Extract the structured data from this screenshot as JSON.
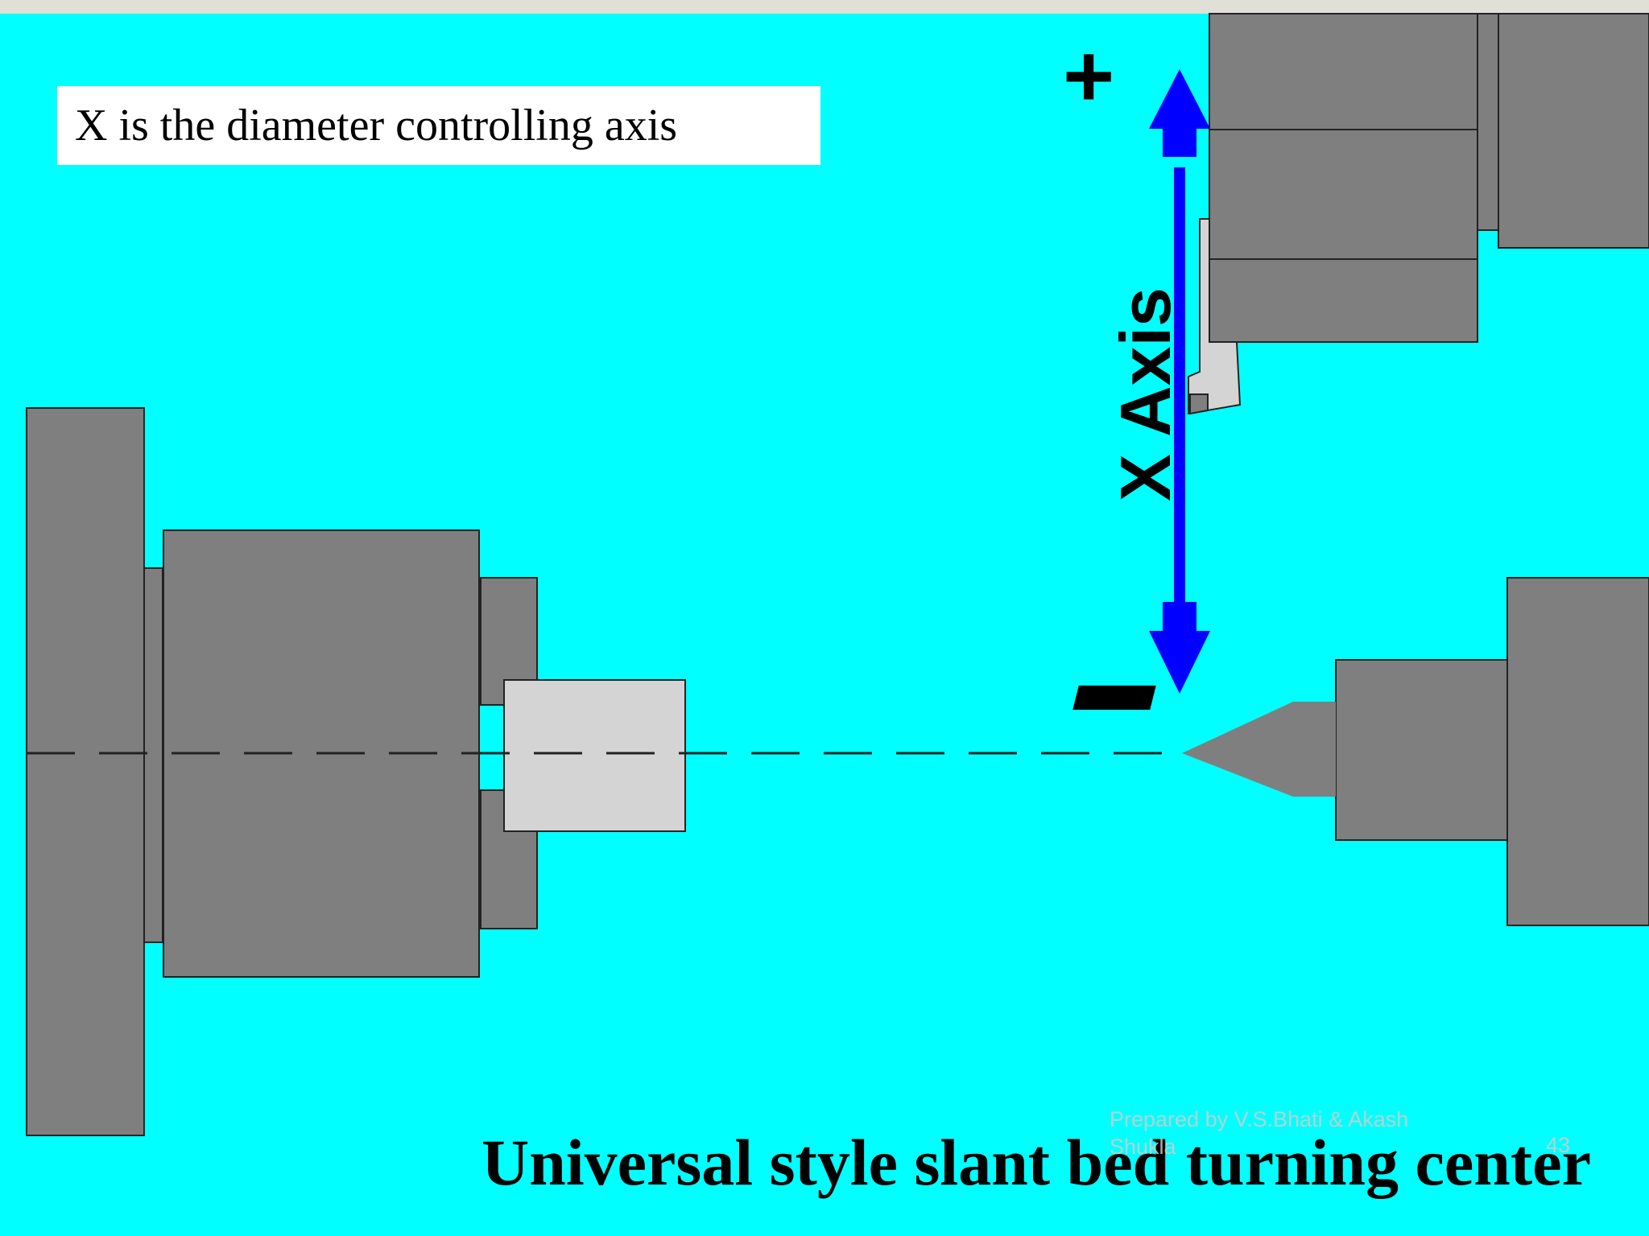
{
  "caption": "X is the diameter controlling axis",
  "axis_label": "X Axis",
  "plus_sign": "+",
  "title": "Universal style slant bed turning center",
  "watermark": "Prepared by  V.S.Bhati  &    Akash Shukla",
  "page_number": "43",
  "colors": {
    "background": "#00ffff",
    "machine_gray": "#7f7f7f",
    "workpiece_light": "#d4d4d4",
    "arrow_blue": "#0000ff",
    "top_bar": "#e0e0d6"
  },
  "icons": {
    "up_arrow": "arrow-up-icon",
    "down_arrow": "arrow-down-icon"
  }
}
